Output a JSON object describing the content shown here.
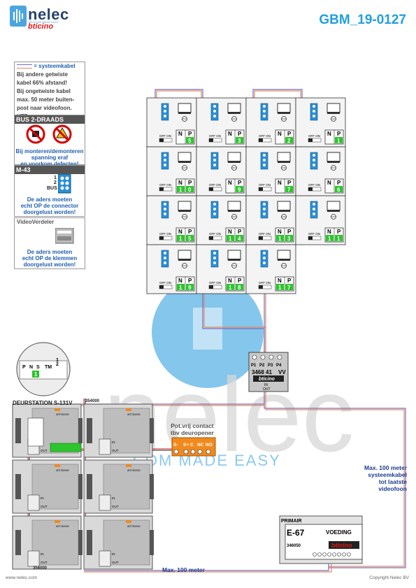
{
  "header": {
    "logo_text": "nelec",
    "logo_tagline": "TELECOM MADE EASY",
    "logo_brand": "bticino",
    "doc_code": "GBM_19-0127"
  },
  "watermark": {
    "text": "nelec",
    "tagline": "COM MADE EASY"
  },
  "legend": {
    "system_cable_label": "= systeemkabel",
    "system_cable_notes": [
      "Bij andere getwiste",
      "kabel 66% afstand!",
      "Bij ongetwiste kabel",
      "max. 50 meter buiten-",
      "post naar videofoon.",
      "UTP op aanvraag."
    ],
    "bus_title": "BUS 2-DRAADS",
    "bus_warning": [
      "Bij monteren/demonteren",
      "spanning eraf",
      "en voorkom defecten!"
    ],
    "m43_title": "M-43",
    "m43_terminals": [
      "1",
      "2",
      "BUS"
    ],
    "m43_note": [
      "De aders moeten",
      "echt OP de connector",
      "doorgelust worden!"
    ],
    "vv_title": "VideoVerdeler",
    "vv_note": [
      "De aders moeten",
      "echt OP de klemmen",
      "doorgelust worden!"
    ]
  },
  "monitors": {
    "np_labels": [
      "N",
      "P"
    ],
    "off_on_label": "OFF ON",
    "units": [
      {
        "n": "",
        "p": "5"
      },
      {
        "n": "",
        "p": "3"
      },
      {
        "n": "",
        "p": "2"
      },
      {
        "n": "",
        "p": "1"
      },
      {
        "n": "1",
        "p": "0"
      },
      {
        "n": "",
        "p": "9"
      },
      {
        "n": "",
        "p": "7"
      },
      {
        "n": "",
        "p": "6"
      },
      {
        "n": "1",
        "p": "5"
      },
      {
        "n": "1",
        "p": "4"
      },
      {
        "n": "1",
        "p": "3"
      },
      {
        "n": "1",
        "p": "1"
      },
      {
        "n": "1",
        "p": "9"
      },
      {
        "n": "1",
        "p": "8"
      },
      {
        "n": "1",
        "p": "7"
      }
    ]
  },
  "distributor": {
    "ports": [
      "P1",
      "P2",
      "P3",
      "P4"
    ],
    "model": "3468 41",
    "vv_label": "VV",
    "brand": "bticino",
    "in_label": "IN",
    "out_label": "OUT"
  },
  "door_station": {
    "title": "DEURSTATION S-131V",
    "code_top": "354000",
    "code_bottom": "354000",
    "dip_labels": [
      "P",
      "N",
      "S",
      "TM",
      "1",
      "2"
    ],
    "dip_value": "1",
    "in_label": "IN",
    "out_label": "OUT",
    "module_code": "ART352000"
  },
  "relay": {
    "title_lines": [
      "Pot.vrij contact",
      "tbv deuropener"
    ],
    "terminals": [
      "S-",
      "S+",
      "C",
      "NC",
      "NO"
    ]
  },
  "power_supply": {
    "primary_label": "PRIMAIR",
    "model": "E-67",
    "function": "VOEDING",
    "code": "346050",
    "brand": "bticino"
  },
  "notes": {
    "max_system_cable": [
      "Max. 100 meter",
      "systeemkabel",
      "tot laatste",
      "videofoon"
    ],
    "max_bottom": "Max. 100 meter"
  },
  "footer": {
    "website": "www.nelec.com",
    "copyright": "Copyright Nelec BV"
  },
  "colors": {
    "accent_blue": "#20a0dc",
    "dark_blue": "#1a3c8f",
    "brand_red": "#e01818",
    "number_green": "#2cc52c",
    "relay_orange": "#f08a1e",
    "terminal_blue": "#2a8fd6"
  }
}
